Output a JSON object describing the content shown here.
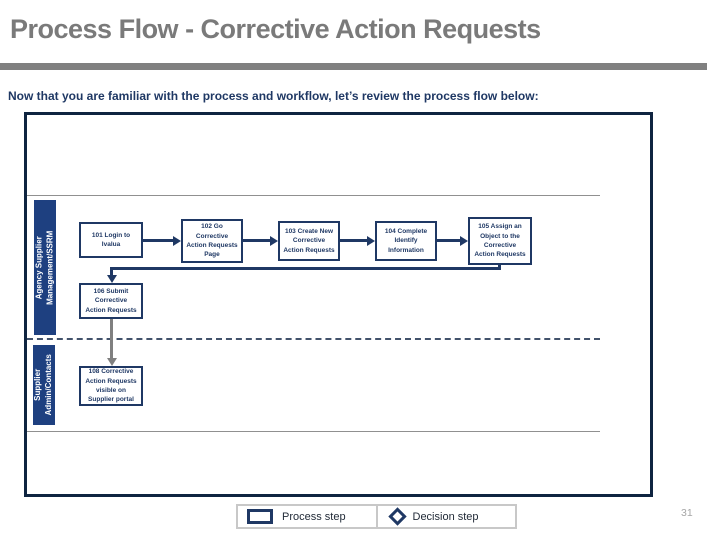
{
  "slide": {
    "title": "Process Flow - Corrective Action Requests",
    "subtitle": "Now that you are familiar with the process and workflow, let’s review the process flow below:",
    "page_number": "31"
  },
  "colors": {
    "accent_navy": "#1f3864",
    "lane_fill_navy": "#1e4080",
    "container_border": "#0f2440",
    "header_gray": "#808080",
    "connector_gray": "#808080"
  },
  "lanes": [
    {
      "label": "Agency Supplier\nManagement/SSRM"
    },
    {
      "label": "Supplier\nAdmin/Contacts"
    }
  ],
  "steps": [
    {
      "id": "101",
      "label": "101 Login to\nIvalua"
    },
    {
      "id": "102",
      "label": "102 Go\nCorrective\nAction Requests\nPage"
    },
    {
      "id": "103",
      "label": "103 Create New\nCorrective\nAction Requests"
    },
    {
      "id": "104",
      "label": "104 Complete\nIdentify\nInformation"
    },
    {
      "id": "105",
      "label": "105 Assign an\nObject to the\nCorrective\nAction Requests"
    },
    {
      "id": "106",
      "label": "106 Submit\nCorrective\nAction Requests"
    },
    {
      "id": "108",
      "label": "108 Corrective\nAction Requests\nvisible on\nSupplier portal"
    }
  ],
  "legend": {
    "items": [
      {
        "shape": "rect",
        "label": "Process step"
      },
      {
        "shape": "diamond",
        "label": "Decision step"
      }
    ]
  }
}
